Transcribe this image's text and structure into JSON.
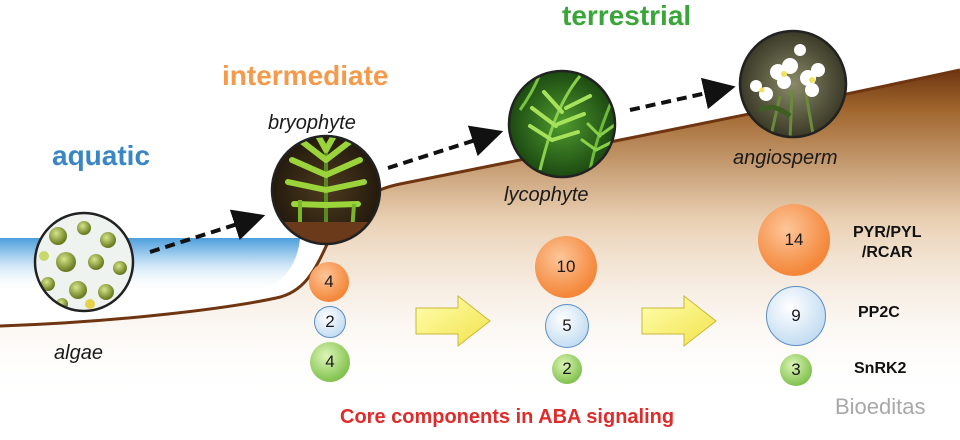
{
  "environments": {
    "aquatic": "aquatic",
    "intermediate": "intermediate",
    "terrestrial": "terrestrial"
  },
  "organisms": {
    "algae": "algae",
    "bryophyte": "bryophyte",
    "lycophyte": "lycophyte",
    "angiosperm": "angiosperm"
  },
  "components": {
    "pyr_line1": "PYR/PYL",
    "pyr_line2": "/RCAR",
    "pp2c": "PP2C",
    "snrk2": "SnRK2"
  },
  "counts": {
    "bryophyte": {
      "pyr": "4",
      "pp2c": "2",
      "snrk2": "4"
    },
    "lycophyte": {
      "pyr": "10",
      "pp2c": "5",
      "snrk2": "2"
    },
    "angiosperm": {
      "pyr": "14",
      "pp2c": "9",
      "snrk2": "3"
    }
  },
  "caption": "Core components in ABA signaling",
  "watermark": "Bioeditas",
  "colors": {
    "aquatic": "#3a86c4",
    "intermediate": "#f49a4a",
    "terrestrial": "#3aa63a",
    "caption": "#e02b2b",
    "soil": "#7a3e12",
    "water": "#8cc2ea"
  }
}
